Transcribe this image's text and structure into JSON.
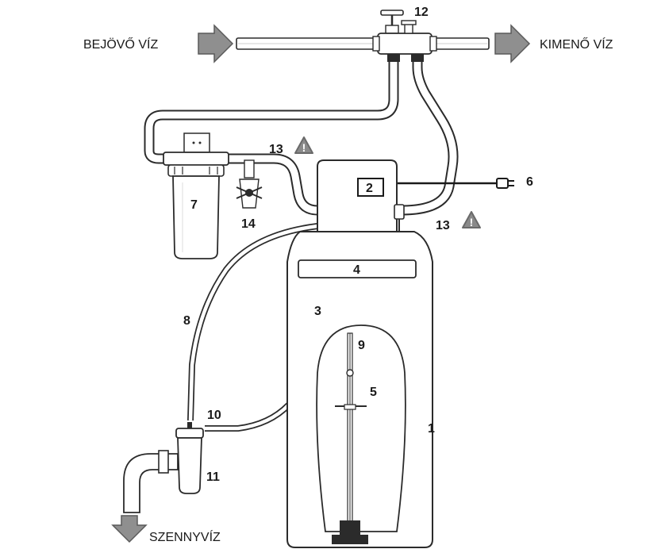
{
  "flow_labels": {
    "inlet": "BEJÖVŐ VÍZ",
    "outlet": "KIMENŐ VÍZ",
    "drain": "SZENNYVÍZ"
  },
  "callouts": {
    "c1": "1",
    "c2": "2",
    "c3": "3",
    "c4": "4",
    "c5": "5",
    "c6": "6",
    "c7": "7",
    "c8": "8",
    "c9": "9",
    "c10": "10",
    "c11": "11",
    "c12": "12",
    "c13a": "13",
    "c13b": "13",
    "c14": "14"
  },
  "warning_glyph": "!",
  "colors": {
    "arrow_fill": "#8f8f8f",
    "warning_fill": "#8a8a8a",
    "line": "#2b2b2b"
  }
}
